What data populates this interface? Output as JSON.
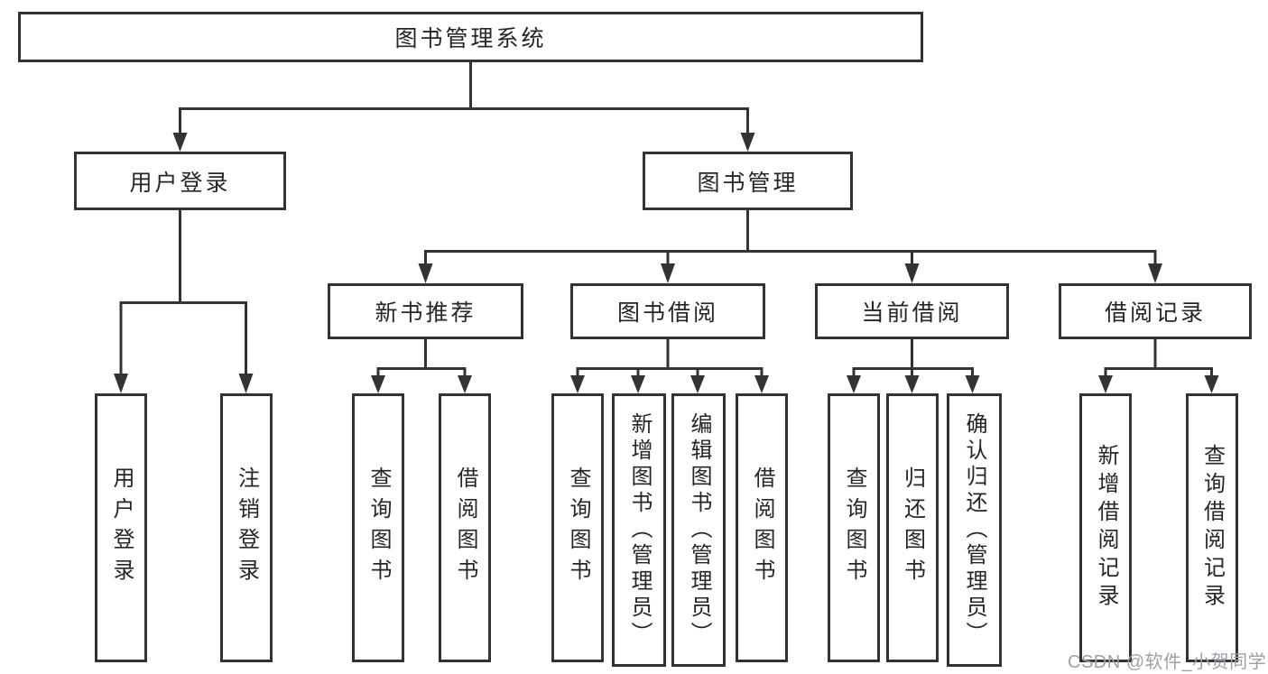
{
  "diagram": {
    "root": {
      "label": "图书管理系统"
    },
    "branches": [
      {
        "label": "用户登录",
        "children": [
          {
            "label": "用户登录"
          },
          {
            "label": "注销登录"
          }
        ]
      },
      {
        "label": "图书管理",
        "children": [
          {
            "label": "新书推荐",
            "children": [
              {
                "label": "查询图书"
              },
              {
                "label": "借阅图书"
              }
            ]
          },
          {
            "label": "图书借阅",
            "children": [
              {
                "label": "查询图书"
              },
              {
                "label": "新增图书（管理员）"
              },
              {
                "label": "编辑图书（管理员）"
              },
              {
                "label": "借阅图书"
              }
            ]
          },
          {
            "label": "当前借阅",
            "children": [
              {
                "label": "查询图书"
              },
              {
                "label": "归还图书"
              },
              {
                "label": "确认归还（管理员）"
              }
            ]
          },
          {
            "label": "借阅记录",
            "children": [
              {
                "label": "新增借阅记录"
              },
              {
                "label": "查询借阅记录"
              }
            ]
          }
        ]
      }
    ]
  },
  "watermark": {
    "text": "CSDN @软件_小贺同学",
    "color": "#9ba1a9"
  },
  "colors": {
    "line": "#333333",
    "text": "#262626",
    "background": "#ffffff"
  }
}
